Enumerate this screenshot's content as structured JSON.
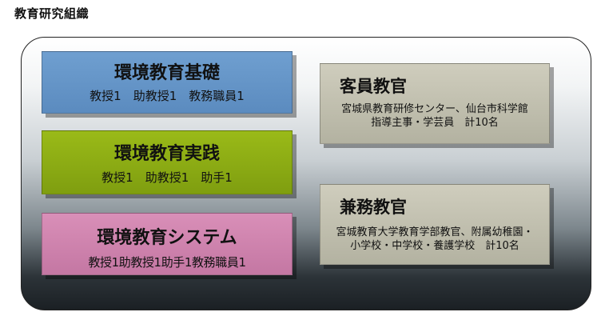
{
  "page_title": "教育研究組織",
  "divisions": [
    {
      "title": "環境教育基礎",
      "members": "教授1　助教授1　教務職員1",
      "color": "#6f9fd0"
    },
    {
      "title": "環境教育実践",
      "members": "教授1　助教授1　助手1",
      "color": "#9aba18"
    },
    {
      "title": "環境教育システム",
      "members": "教授1助教授1助手1教務職員1",
      "color": "#d98fb8"
    }
  ],
  "visiting": {
    "title": "客員教官",
    "line1": "宮城県教育研修センター、仙台市科学館",
    "line2": "指導主事・学芸員　計10名",
    "color": "#cfcdbd"
  },
  "concurrent": {
    "title": "兼務教官",
    "line1": "宮城教育大学教育学部教官、附属幼稚園・",
    "line2": "小学校・中学校・養護学校　計10名",
    "color": "#cfcdbd"
  }
}
